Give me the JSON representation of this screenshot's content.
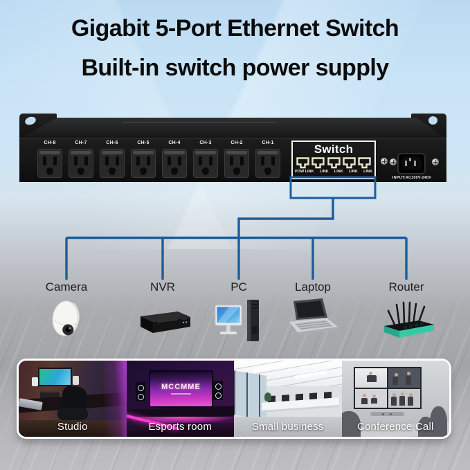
{
  "title": {
    "line1": "Gigabit 5-Port Ethernet Switch",
    "line2": "Built-in switch power supply"
  },
  "device": {
    "channels": [
      "CH-8",
      "CH-7",
      "CH-6",
      "CH-5",
      "CH-4",
      "CH-3",
      "CH-2",
      "CH-1"
    ],
    "switch_label": "Switch",
    "port_labels": [
      "POW LINK",
      "LINK",
      "LINK",
      "LINK",
      "LINK"
    ],
    "power_input_label": "INPUT:AC100V-240V"
  },
  "connections": {
    "devices": [
      {
        "label": "Camera",
        "icon": "camera-icon"
      },
      {
        "label": "NVR",
        "icon": "nvr-icon"
      },
      {
        "label": "PC",
        "icon": "pc-icon"
      },
      {
        "label": "Laptop",
        "icon": "laptop-icon"
      },
      {
        "label": "Router",
        "icon": "router-icon"
      }
    ]
  },
  "scenes": [
    {
      "label": "Studio"
    },
    {
      "label": "Esports room",
      "screen_text": "MCCMME"
    },
    {
      "label": "Small business"
    },
    {
      "label": "Conference Call"
    }
  ],
  "colors": {
    "connection_line": "#1b5c9e",
    "panel_black": "#141414",
    "port_cream": "#ece6c8",
    "switch_border": "#f4f4f4",
    "background_top": "#c4e0f4",
    "background_bottom": "#a9aaae"
  }
}
